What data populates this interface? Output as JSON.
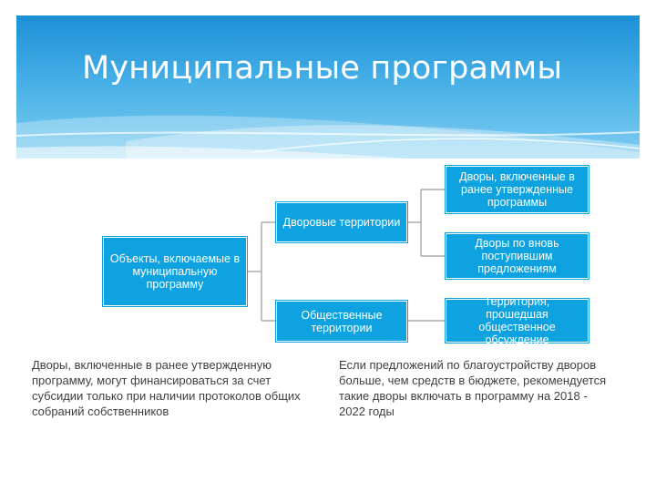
{
  "title": "Муниципальные программы",
  "diagram": {
    "root": "Объекты, включаемые в\nмуниципальную\nпрограмму",
    "yard_territories": "Дворовые территории",
    "public_territories": "Общественные\nтерритории",
    "yards_previous_program": "Дворы, включенные в\nранее утвержденные\nпрограммы",
    "yards_new_proposals": "Дворы по вновь\nпоступившим\nпредложениям",
    "public_discussion_territory": "Территория, прошедшая\nобщественное\nобсуждение"
  },
  "notes": {
    "left": "Дворы, включенные в ранее утвержденную\nпрограмму, могут финансироваться за счет\nсубсидии только при наличии протоколов общих\nсобраний собственников",
    "right": "Если предложений по благоустройству дворов\nбольше, чем средств в бюджете, рекомендуется\nтакие дворы  включать в программу на 2018 -\n2022 годы"
  },
  "colors": {
    "node_fill": "#0ea2e0",
    "header_top": "#1c8fd6",
    "header_bottom": "#7fcdf1",
    "connector": "#999999",
    "note_text": "#404040"
  }
}
